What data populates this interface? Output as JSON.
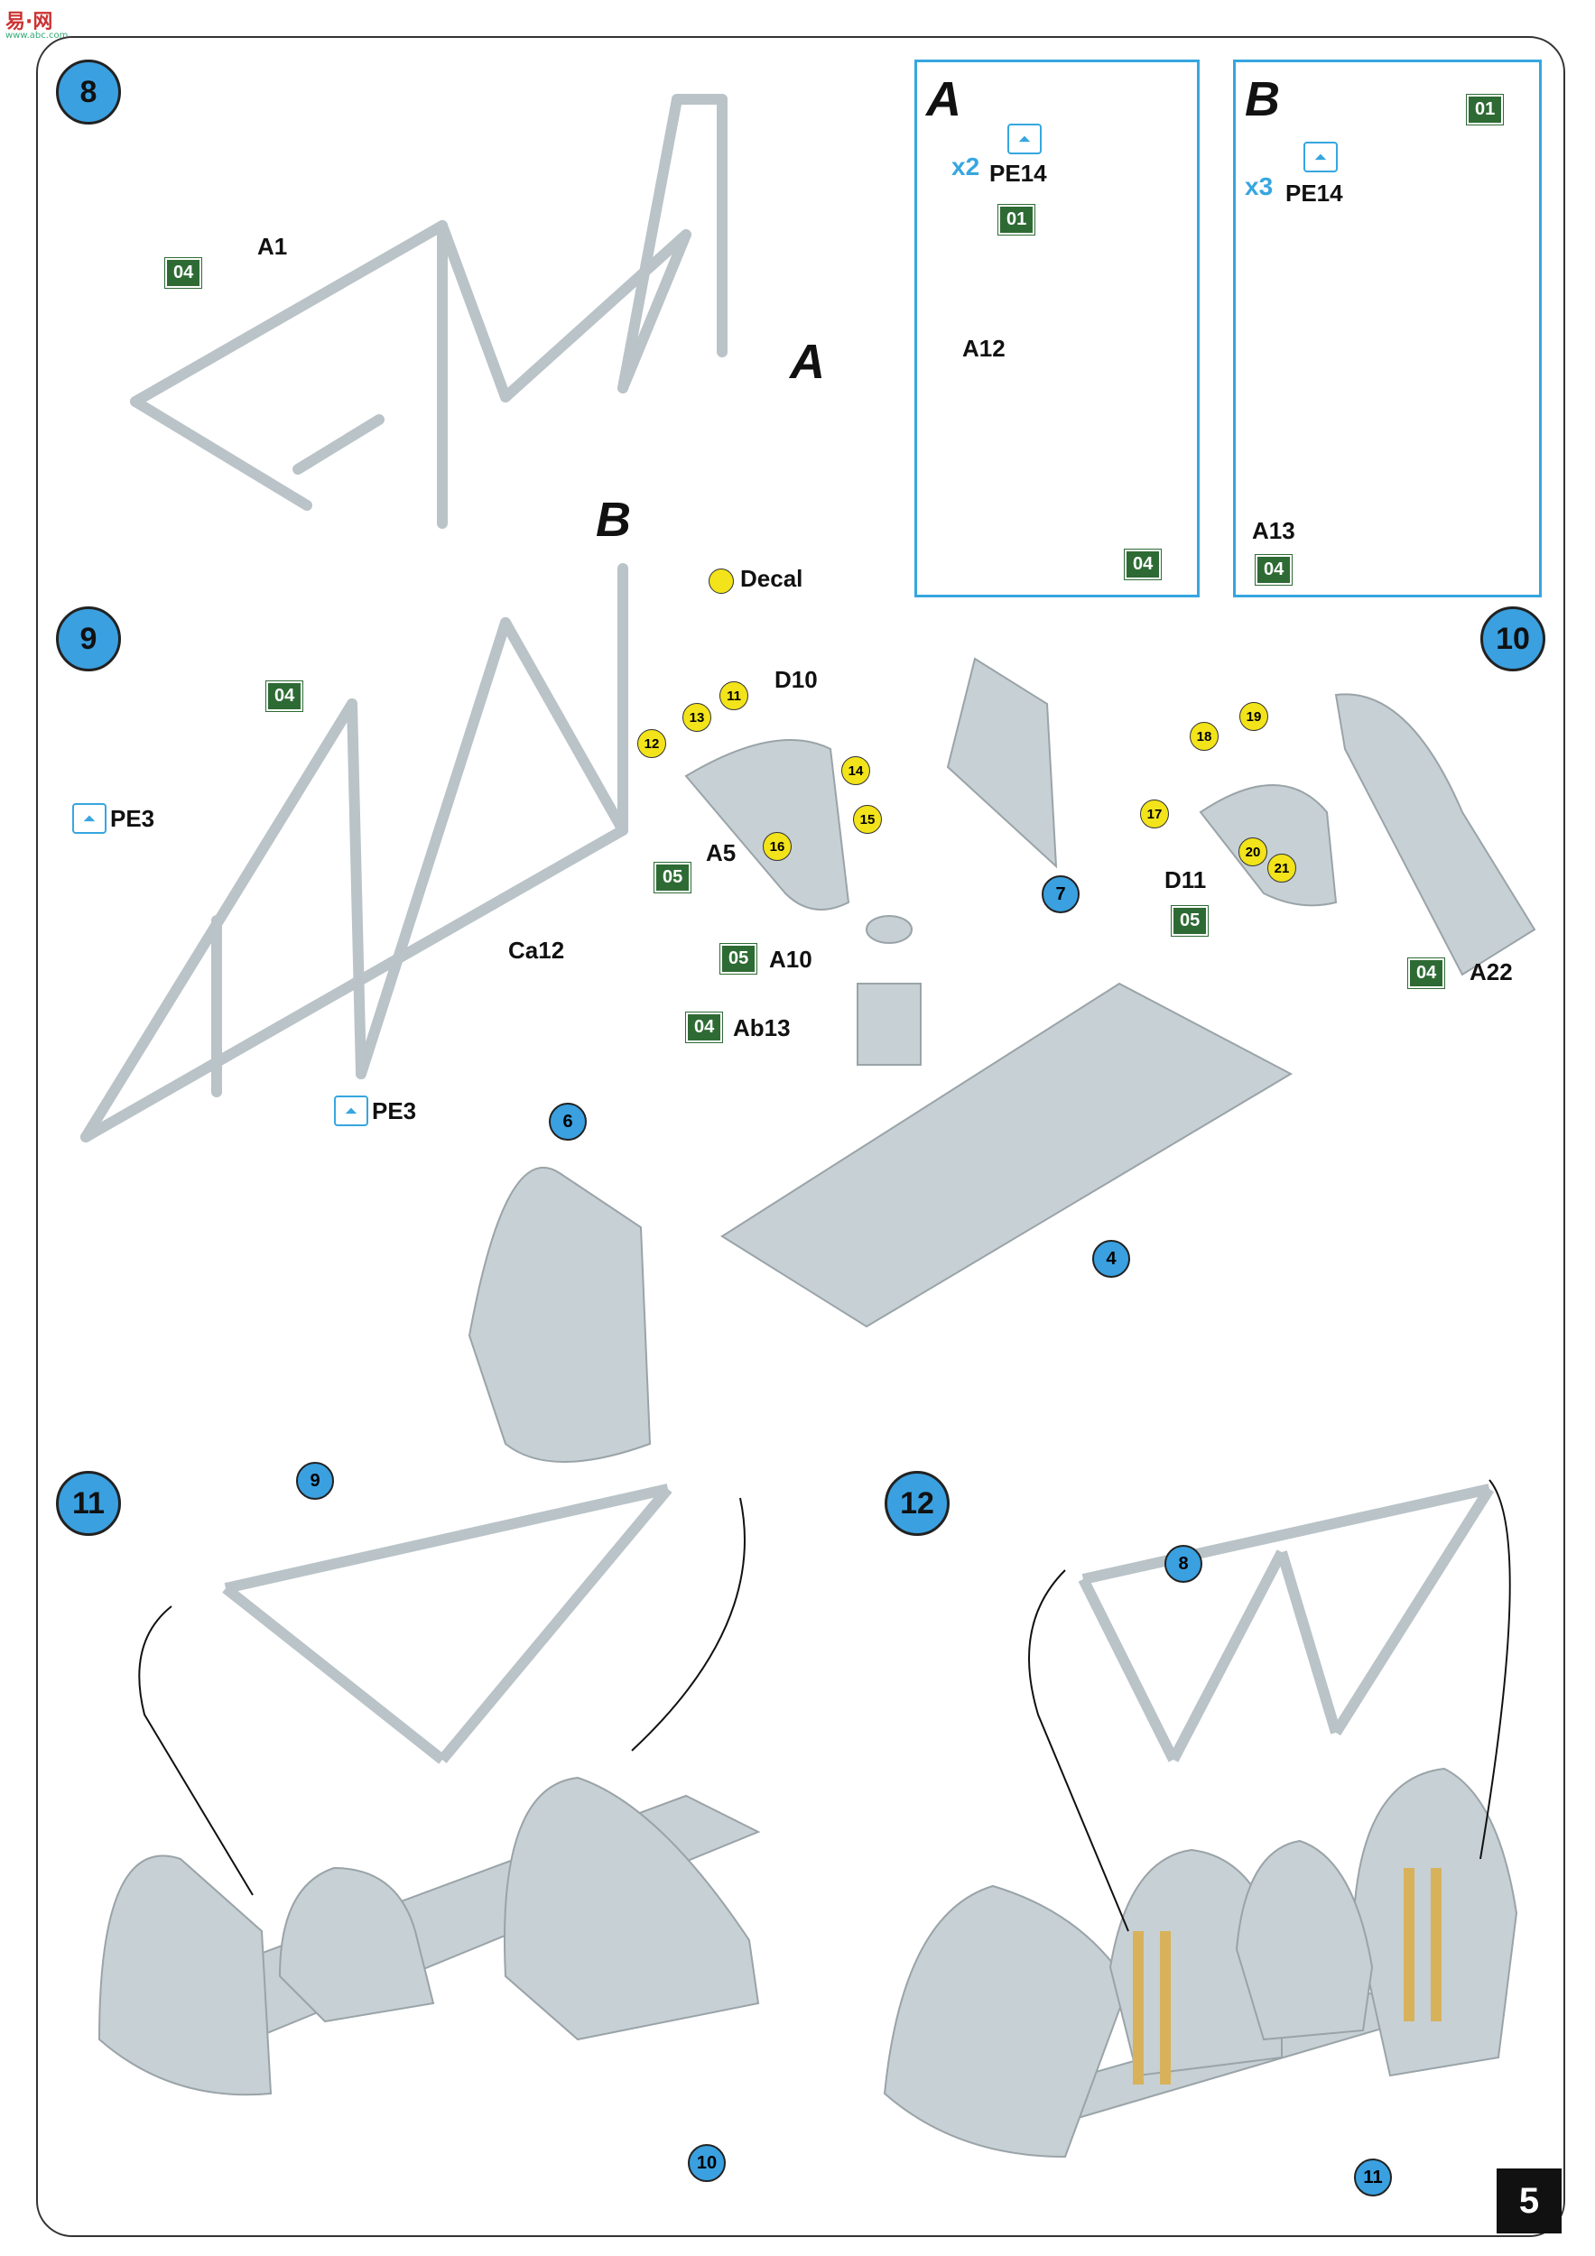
{
  "watermark": {
    "site": "易·网",
    "url": "www.abc.com"
  },
  "page_number": "5",
  "decal_legend": "Decal",
  "steps": {
    "s8": "8",
    "s9": "9",
    "s10": "10",
    "s11": "11",
    "s12": "12"
  },
  "sub_refs": {
    "r6": "6",
    "r7": "7",
    "r4": "4",
    "r9": "9",
    "r10": "10",
    "r8": "8",
    "r11": "11"
  },
  "callouts": {
    "A": "A",
    "B": "B"
  },
  "parts": {
    "A1": "A1",
    "PE14": "PE14",
    "A12": "A12",
    "A13": "A13",
    "PE3": "PE3",
    "Ca12": "Ca12",
    "D10": "D10",
    "A5": "A5",
    "A10": "A10",
    "Ab13": "Ab13",
    "D11": "D11",
    "A22": "A22"
  },
  "multipliers": {
    "x2": "2",
    "x3": "3"
  },
  "colour_codes": {
    "c01": "01",
    "c04": "04",
    "c05": "05"
  },
  "decals": [
    "11",
    "12",
    "13",
    "14",
    "15",
    "16",
    "17",
    "18",
    "19",
    "20",
    "21"
  ],
  "colors": {
    "step_blue": "#3aa0e0",
    "code_green": "#2e6b34",
    "decal_yellow": "#f2e31a",
    "part_grey": "#c7d0d4",
    "photoetch_gold": "#d8b25a"
  }
}
